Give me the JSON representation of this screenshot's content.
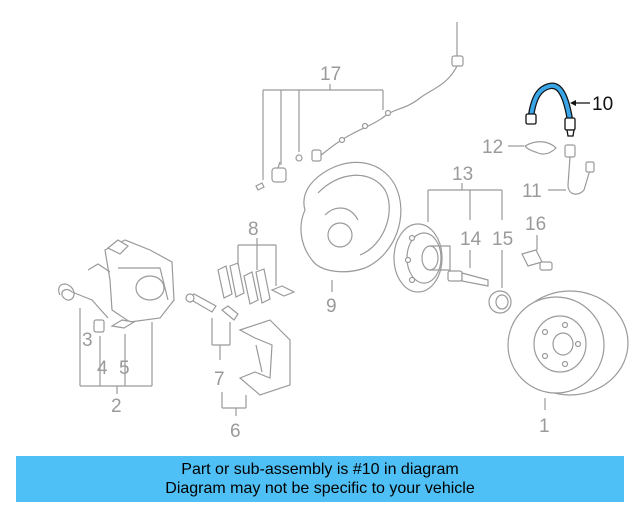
{
  "callouts": {
    "c1": "1",
    "c2": "2",
    "c3": "3",
    "c4": "4",
    "c5": "5",
    "c6": "6",
    "c7": "7",
    "c8": "8",
    "c9": "9",
    "c10": "10",
    "c11": "11",
    "c12": "12",
    "c13": "13",
    "c14": "14",
    "c15": "15",
    "c16": "16",
    "c17": "17"
  },
  "highlighted_part": "10",
  "colors": {
    "highlight_part": "#3aa6e8",
    "banner_background": "#4fc0f5",
    "line_art": "#9a9a9a"
  },
  "banner": {
    "line1": "Part or sub-assembly is #10 in diagram",
    "line2": "Diagram may not be specific to your vehicle"
  }
}
